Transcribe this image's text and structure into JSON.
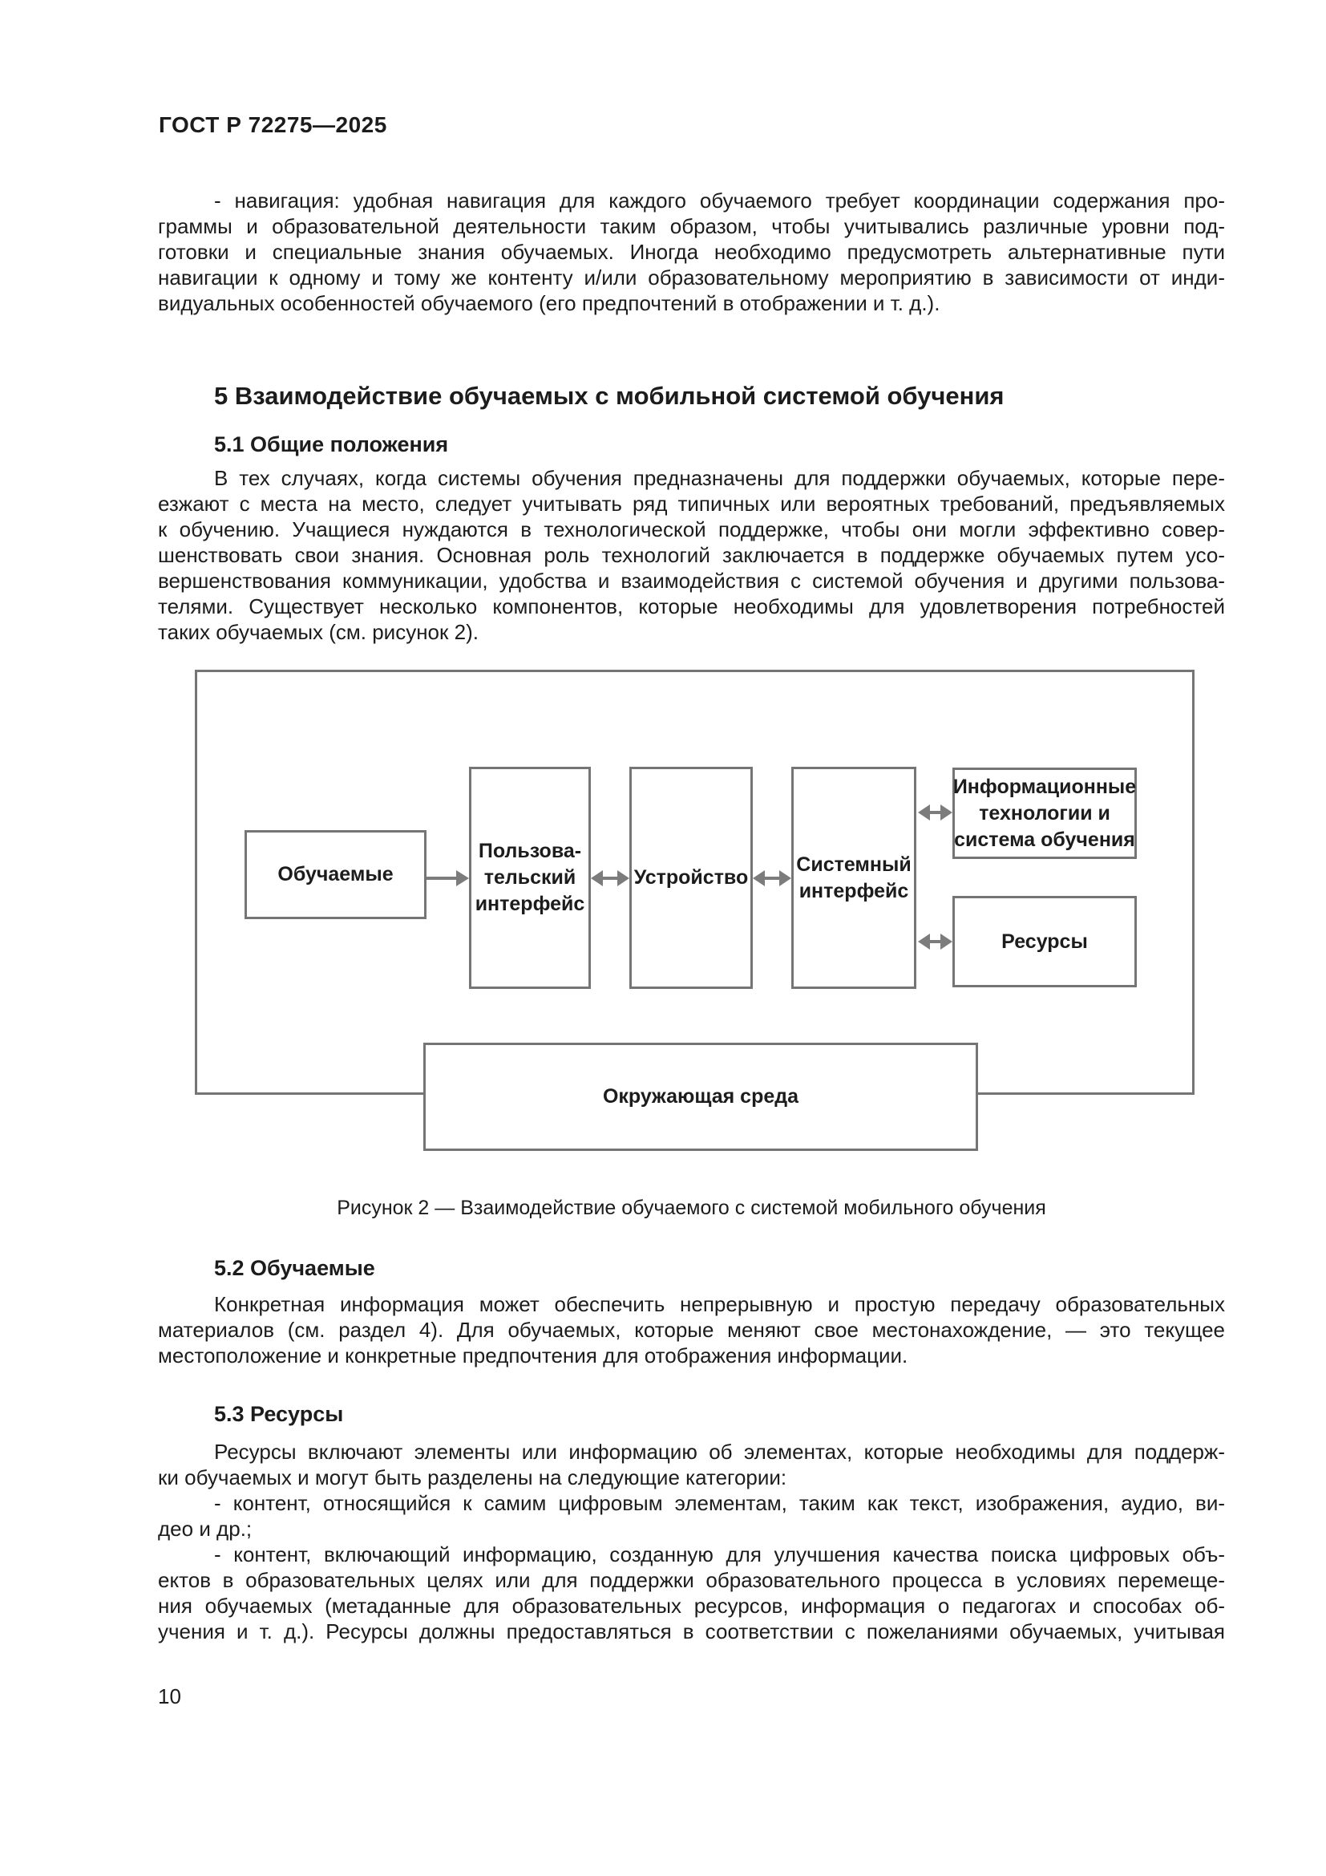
{
  "header": {
    "code": "ГОСТ Р 72275—2025"
  },
  "page_number": "10",
  "colors": {
    "text": "#1c1c1c",
    "figure_border_gray": "#757575",
    "figure_arrow_gray": "#7c7c7c",
    "page_background": "#ffffff"
  },
  "content": {
    "intro_list_item": {
      "lines": [
        "- навигация: удобная навигация для каждого обучаемого требует координации содержания про-",
        "граммы и образовательной деятельности таким образом, чтобы учитывались различные уровни под-",
        "готовки и специальные знания обучаемых. Иногда необходимо предусмотреть альтернативные пути",
        "навигации к одному и тому же контенту и/или образовательному мероприятию в зависимости от инди-",
        "видуальных особенностей обучаемого (его предпочтений в отображении и т. д.)."
      ]
    },
    "section5": {
      "title": "5 Взаимодействие обучаемых с мобильной системой обучения",
      "s51": {
        "title": "5.1 Общие положения",
        "para": {
          "lines": [
            "В тех случаях, когда системы обучения предназначены для поддержки обучаемых, которые пере-",
            "езжают с места на место, следует учитывать ряд типичных или вероятных требований, предъявляемых",
            "к обучению. Учащиеся нуждаются в технологической поддержке, чтобы они могли эффективно совер-",
            "шенствовать свои знания. Основная роль технологий заключается в поддержке обучаемых путем усо-",
            "вершенствования коммуникации, удобства и взаимодействия с системой обучения и другими пользова-",
            "телями. Существует несколько компонентов, которые необходимы для удовлетворения потребностей",
            "таких обучаемых (см. рисунок 2)."
          ]
        }
      },
      "s52": {
        "title": "5.2 Обучаемые",
        "para": {
          "lines": [
            "Конкретная информация может обеспечить непрерывную и простую передачу образовательных",
            "материалов (см. раздел 4). Для обучаемых, которые меняют свое местонахождение, — это текущее",
            "местоположение и конкретные предпочтения для отображения информации."
          ]
        }
      },
      "s53": {
        "title": "5.3 Ресурсы",
        "para1": {
          "lines": [
            "Ресурсы включают элементы или информацию об элементах, которые необходимы для поддерж-",
            "ки обучаемых и могут быть разделены на следующие категории:"
          ]
        },
        "bullet1": {
          "lines": [
            "- контент, относящийся к самим цифровым элементам, таким как текст, изображения, аудио, ви-",
            "део и др.;"
          ]
        },
        "bullet2": {
          "lines": [
            "- контент, включающий информацию, созданную для улучшения качества поиска цифровых объ-",
            "ектов в образовательных целях или для поддержки образовательного процесса в условиях перемеще-",
            "ния обучаемых (метаданные для образовательных ресурсов, информация о педагогах и способах об-",
            "учения и т. д.). Ресурсы должны предоставляться в соответствии с пожеланиями обучаемых, учитывая"
          ]
        }
      }
    }
  },
  "figure": {
    "caption": "Рисунок 2 — Взаимодействие обучаемого с системой мобильного обучения",
    "boxes": {
      "learners": "Обучаемые",
      "user_interface": "Пользова-\nтельский\nинтерфейс",
      "device": "Устройство",
      "system_interface": "Системный\nинтерфейс",
      "it_system": "Информационные\nтехнологии и\nсистема обучения",
      "resources": "Ресурсы",
      "environment": "Окружающая среда"
    },
    "connections": [
      {
        "from": "Обучаемые",
        "to": "Пользовательский интерфейс",
        "type": "one-way"
      },
      {
        "from": "Пользовательский интерфейс",
        "to": "Устройство",
        "type": "two-way"
      },
      {
        "from": "Устройство",
        "to": "Системный интерфейс",
        "type": "two-way"
      },
      {
        "from": "Системный интерфейс",
        "to": "Информационные технологии и система обучения",
        "type": "two-way"
      },
      {
        "from": "Системный интерфейс",
        "to": "Ресурсы",
        "type": "two-way"
      }
    ]
  }
}
